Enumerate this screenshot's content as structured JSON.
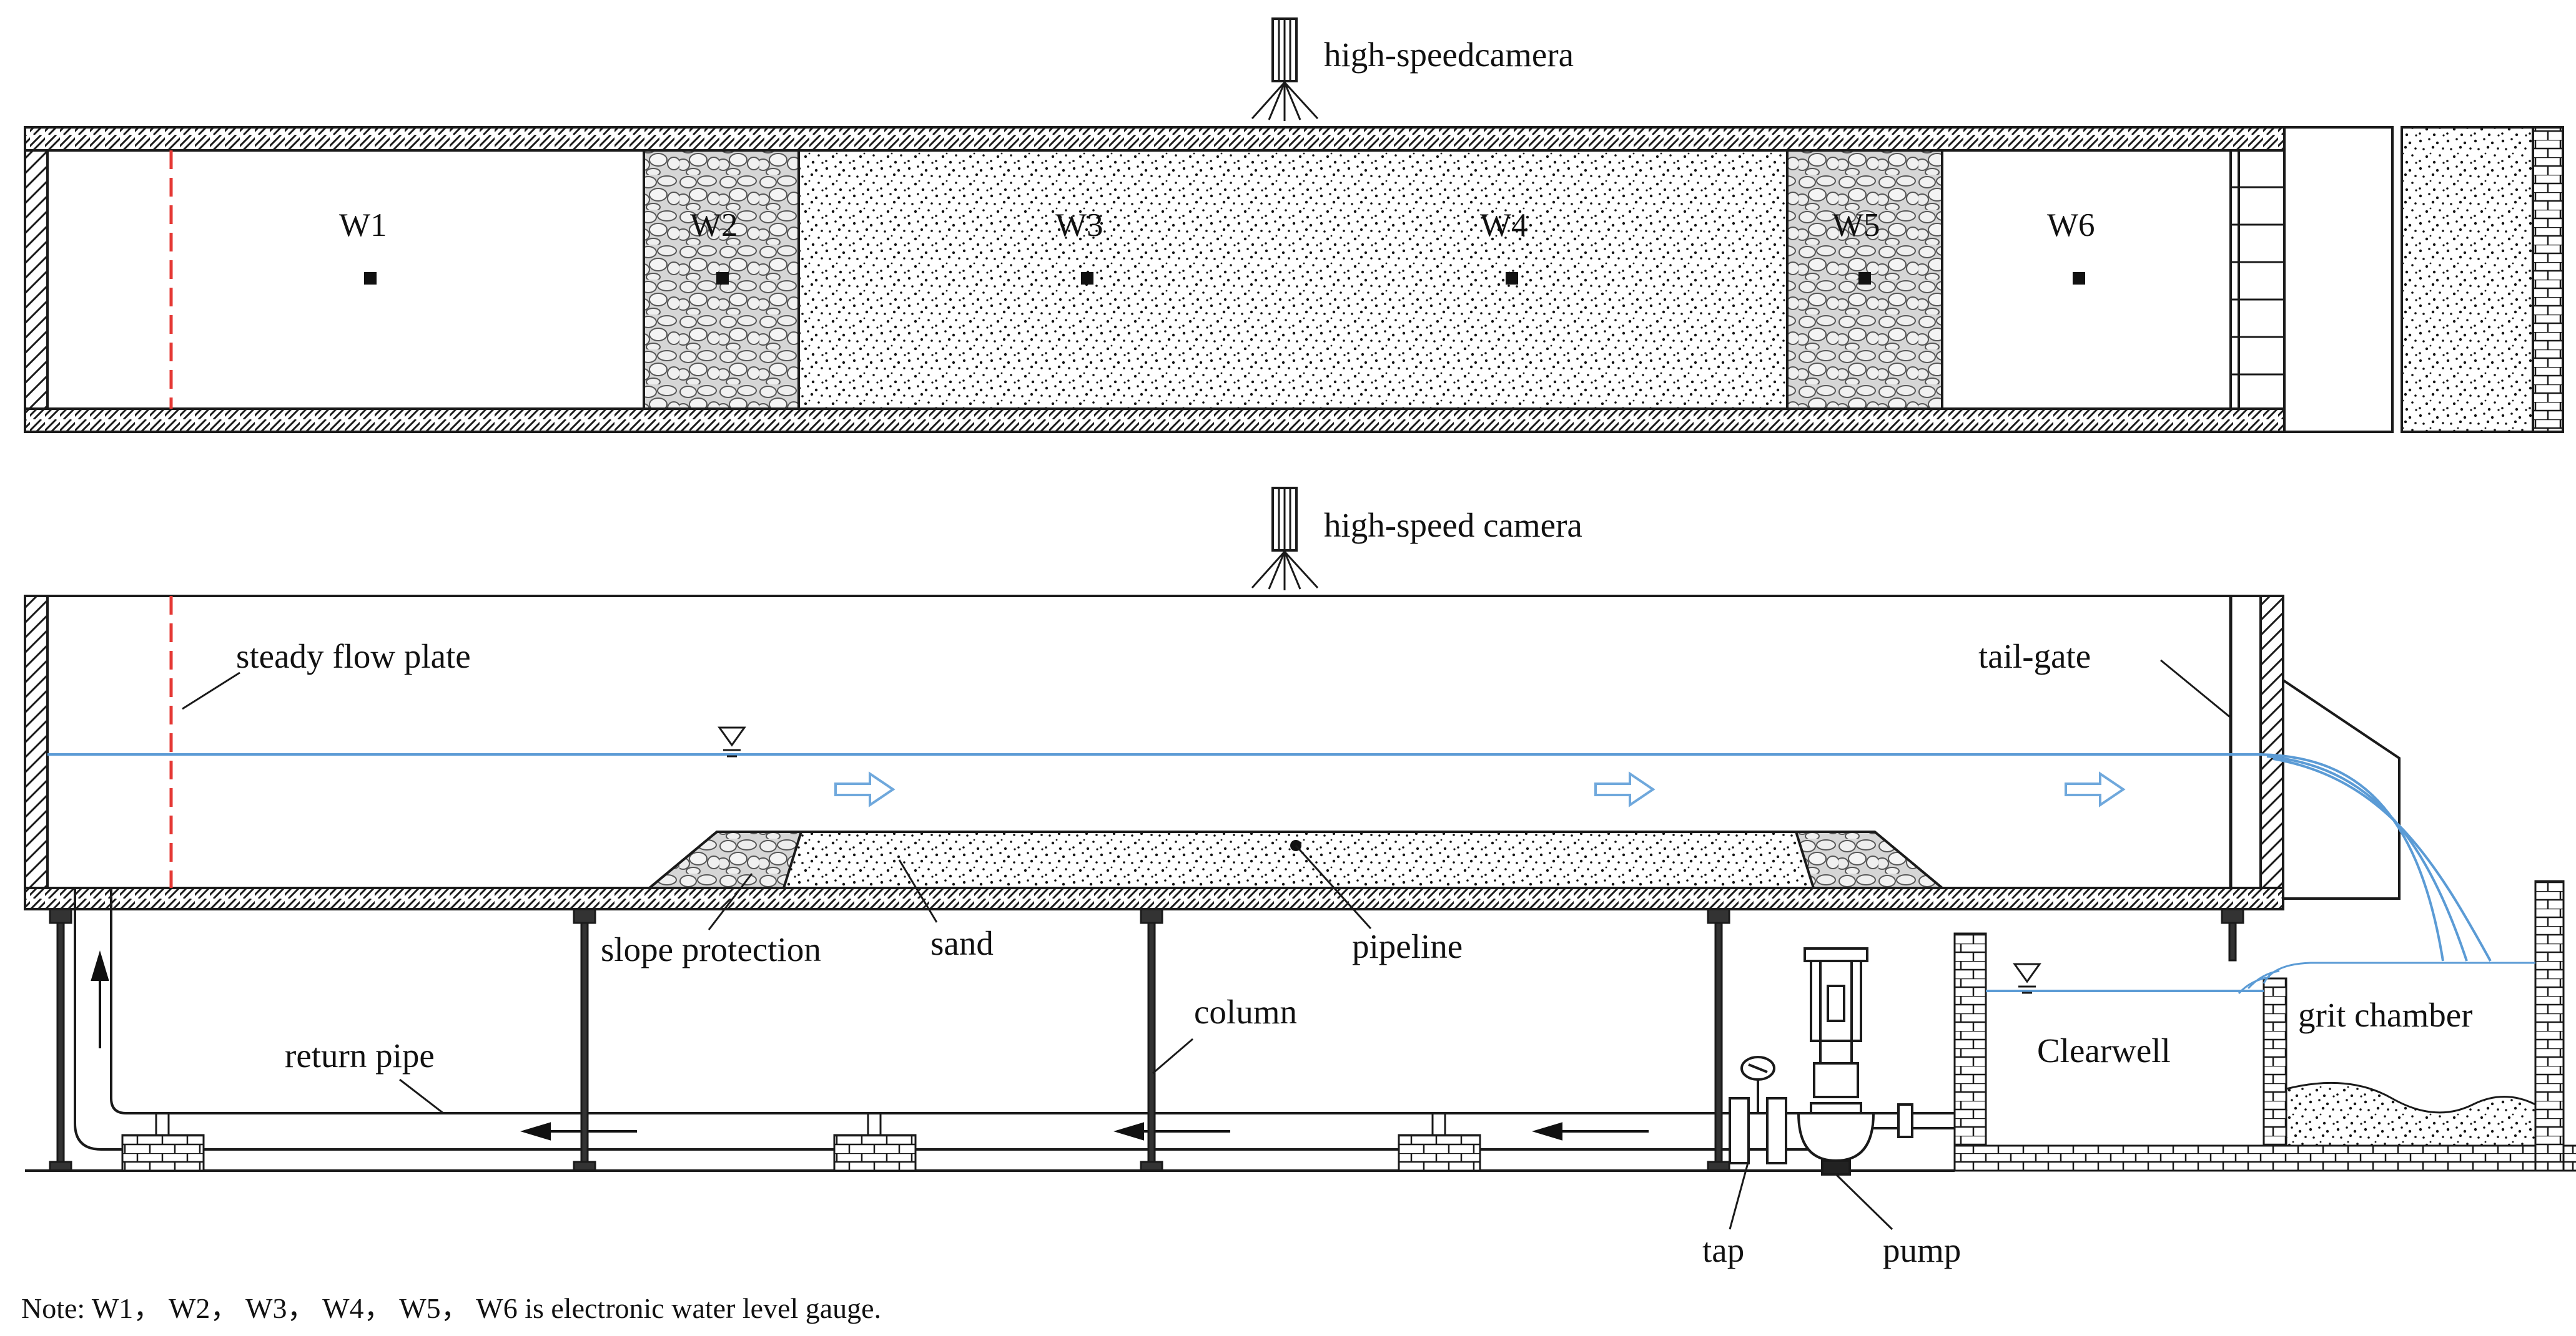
{
  "top_view": {
    "camera_label": "high-speedcamera",
    "gauges": [
      "W1",
      "W2",
      "W3",
      "W4",
      "W5",
      "W6"
    ]
  },
  "side_view": {
    "camera_label": "high-speed camera",
    "labels": {
      "steady_flow_plate": "steady flow plate",
      "tail_gate": "tail-gate",
      "slope_protection": "slope protection",
      "sand": "sand",
      "pipeline": "pipeline",
      "column": "column",
      "return_pipe": "return pipe",
      "clearwell": "Clearwell",
      "grit_chamber": "grit chamber",
      "tap": "tap",
      "pump": "pump"
    }
  },
  "note": "Note: W1， W2， W3， W4， W5， W6  is electronic water level gauge.",
  "colors": {
    "line": "#1a1a1a",
    "water": "#5b9bd5",
    "flow_arrow": "#6fa8dc",
    "steady_plate": "#e53935"
  }
}
